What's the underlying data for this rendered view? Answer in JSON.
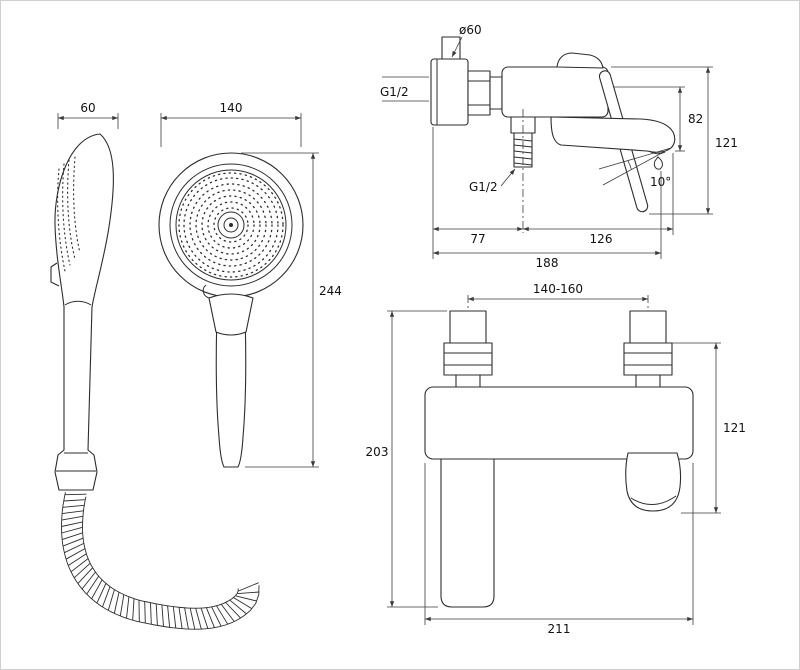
{
  "colors": {
    "background": "#ffffff",
    "line": "#2d2d2d",
    "dimension_line": "#3a3a3a",
    "dimension_text": "#111111"
  },
  "handset_side": {
    "width": "60"
  },
  "handset_front": {
    "diameter": "140",
    "height": "244"
  },
  "mixer_side": {
    "flange_diameter": "ø60",
    "inlet_thread": "G1/2",
    "spout_height": "82",
    "total_height": "121",
    "spout_angle": "10°",
    "outlet_thread": "G1/2",
    "wall_to_outlet": "77",
    "outlet_to_spout": "126",
    "total_depth": "188"
  },
  "mixer_front": {
    "inlet_centers": "140-160",
    "left_height": "203",
    "right_height": "121",
    "width": "211"
  }
}
